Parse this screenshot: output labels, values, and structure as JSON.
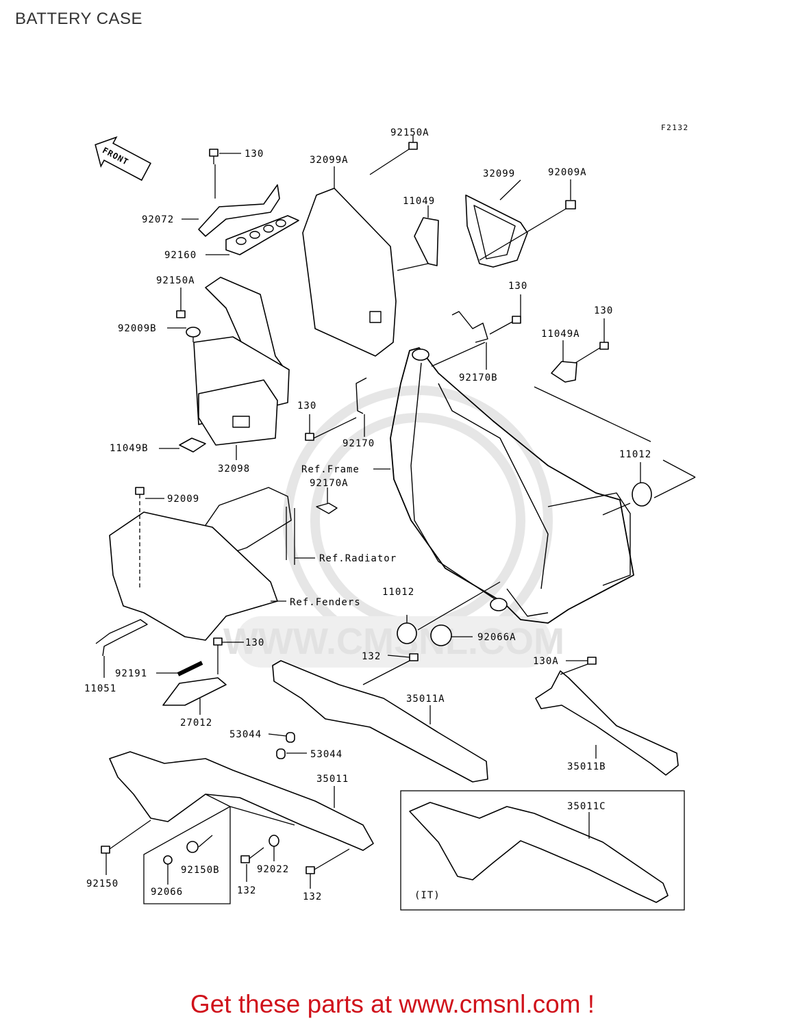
{
  "header": {
    "title": "BATTERY CASE"
  },
  "diagram": {
    "figure_code": "F2132",
    "front_arrow_label": "FRONT",
    "watermark_text": "WWW.CMSNL.COM",
    "labels": {
      "p130_a": "130",
      "p92150A_top": "92150A",
      "p32099A": "32099A",
      "p32099": "32099",
      "p92009A": "92009A",
      "p92072": "92072",
      "p11049": "11049",
      "p92160": "92160",
      "p92150A_left": "92150A",
      "p130_b": "130",
      "p92009B": "92009B",
      "p130_c": "130",
      "p11049A": "11049A",
      "p92170B": "92170B",
      "p130_d": "130",
      "p92170": "92170",
      "p11049B": "11049B",
      "p32098": "32098",
      "ref_frame": "Ref.Frame",
      "p11012_top": "11012",
      "p92170A": "92170A",
      "p92009": "92009",
      "ref_radiator": "Ref.Radiator",
      "ref_fenders": "Ref.Fenders",
      "p11012_mid": "11012",
      "p130_e": "130",
      "p92066A": "92066A",
      "p132_top": "132",
      "p130A": "130A",
      "p92191": "92191",
      "p11051": "11051",
      "p35011A": "35011A",
      "p27012": "27012",
      "p53044_a": "53044",
      "p53044_b": "53044",
      "p35011B": "35011B",
      "p35011": "35011",
      "p35011C": "35011C",
      "p92150B": "92150B",
      "p92022": "92022",
      "p92150": "92150",
      "p92066": "92066",
      "p132_a": "132",
      "p132_b": "132",
      "it_note": "(IT)"
    }
  },
  "footer": {
    "cta": "Get these parts at www.cmsnl.com !"
  },
  "colors": {
    "cta": "#d0121b",
    "title": "#333333",
    "watermark": "#e2e2e2"
  }
}
